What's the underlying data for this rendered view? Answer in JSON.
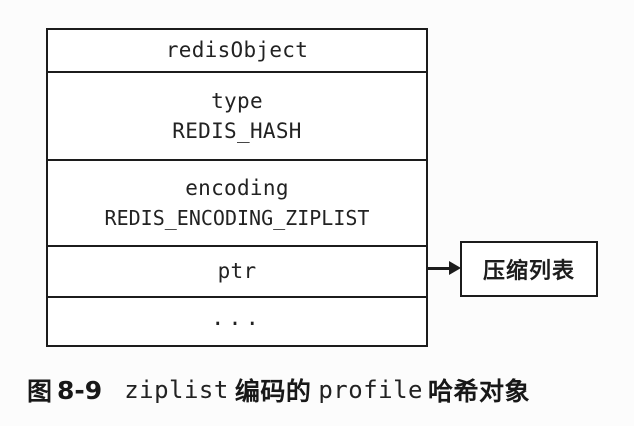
{
  "figure": {
    "background_color": "#fcfcfc",
    "line_color": "#1c1c1c",
    "struct": {
      "name": "redisObject",
      "rows": [
        {
          "label": "redisObject",
          "value": ""
        },
        {
          "label": "type",
          "value": "REDIS_HASH"
        },
        {
          "label": "encoding",
          "value": "REDIS_ENCODING_ZIPLIST"
        },
        {
          "label": "ptr",
          "value": ""
        },
        {
          "label": "...",
          "value": ""
        }
      ]
    },
    "pointer": {
      "from_field": "ptr",
      "arrow_icon": "right-arrow-icon",
      "target_label": "压缩列表"
    },
    "caption": {
      "figure_word": "图",
      "number": "8-9",
      "mono_1": "ziplist",
      "cn_1": "编码的",
      "mono_2": "profile",
      "cn_2": "哈希对象"
    }
  }
}
